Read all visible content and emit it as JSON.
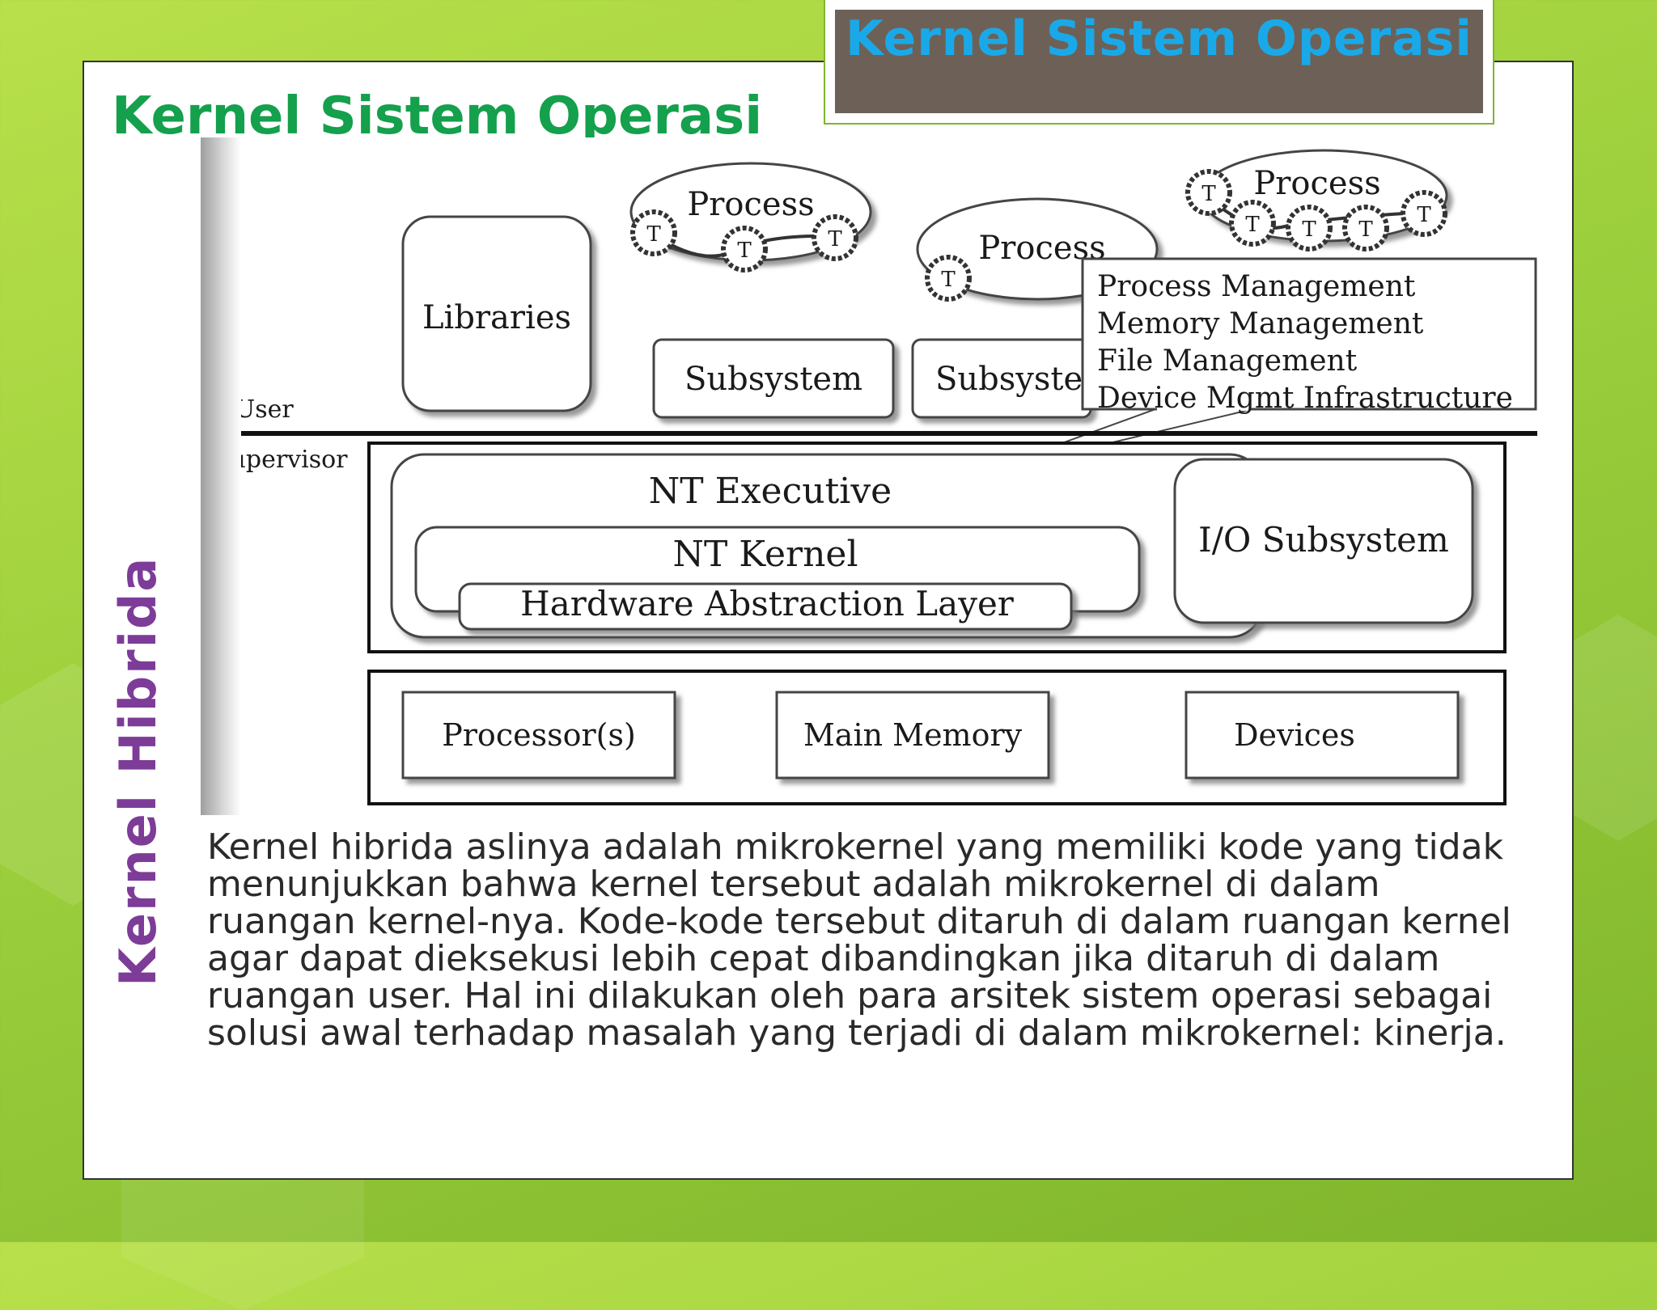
{
  "banner_title": "Kernel Sistem Operasi",
  "heading": "Kernel Sistem Operasi",
  "vertical_title": "Kernel Hibrida",
  "diagram": {
    "process_a": "Process",
    "process_b": "Process",
    "process_c": "Process",
    "thread": "T",
    "libraries": "Libraries",
    "subsystem_a": "Subsystem",
    "subsystem_b": "Subsyste",
    "callout_lines": [
      "Process Management",
      "Memory Management",
      "File Management",
      "Device Mgmt Infrastructure"
    ],
    "user_label": "User",
    "supervisor_label": "Supervisor",
    "nt_executive": "NT Executive",
    "nt_kernel": "NT Kernel",
    "hal": "Hardware Abstraction Layer",
    "io_subsystem": "I/O Subsystem",
    "processors": "Processor(s)",
    "main_memory": "Main Memory",
    "devices": "Devices"
  },
  "body_text": "Kernel hibrida aslinya adalah mikrokernel yang memiliki kode yang tidak menunjukkan bahwa kernel tersebut adalah mikrokernel di dalam ruangan kernel-nya. Kode-kode tersebut ditaruh di dalam ruangan kernel agar dapat dieksekusi lebih cepat dibandingkan jika ditaruh di dalam ruangan user. Hal ini dilakukan oleh para arsitek sistem operasi sebagai solusi awal terhadap masalah yang terjadi di dalam mikrokernel: kinerja."
}
